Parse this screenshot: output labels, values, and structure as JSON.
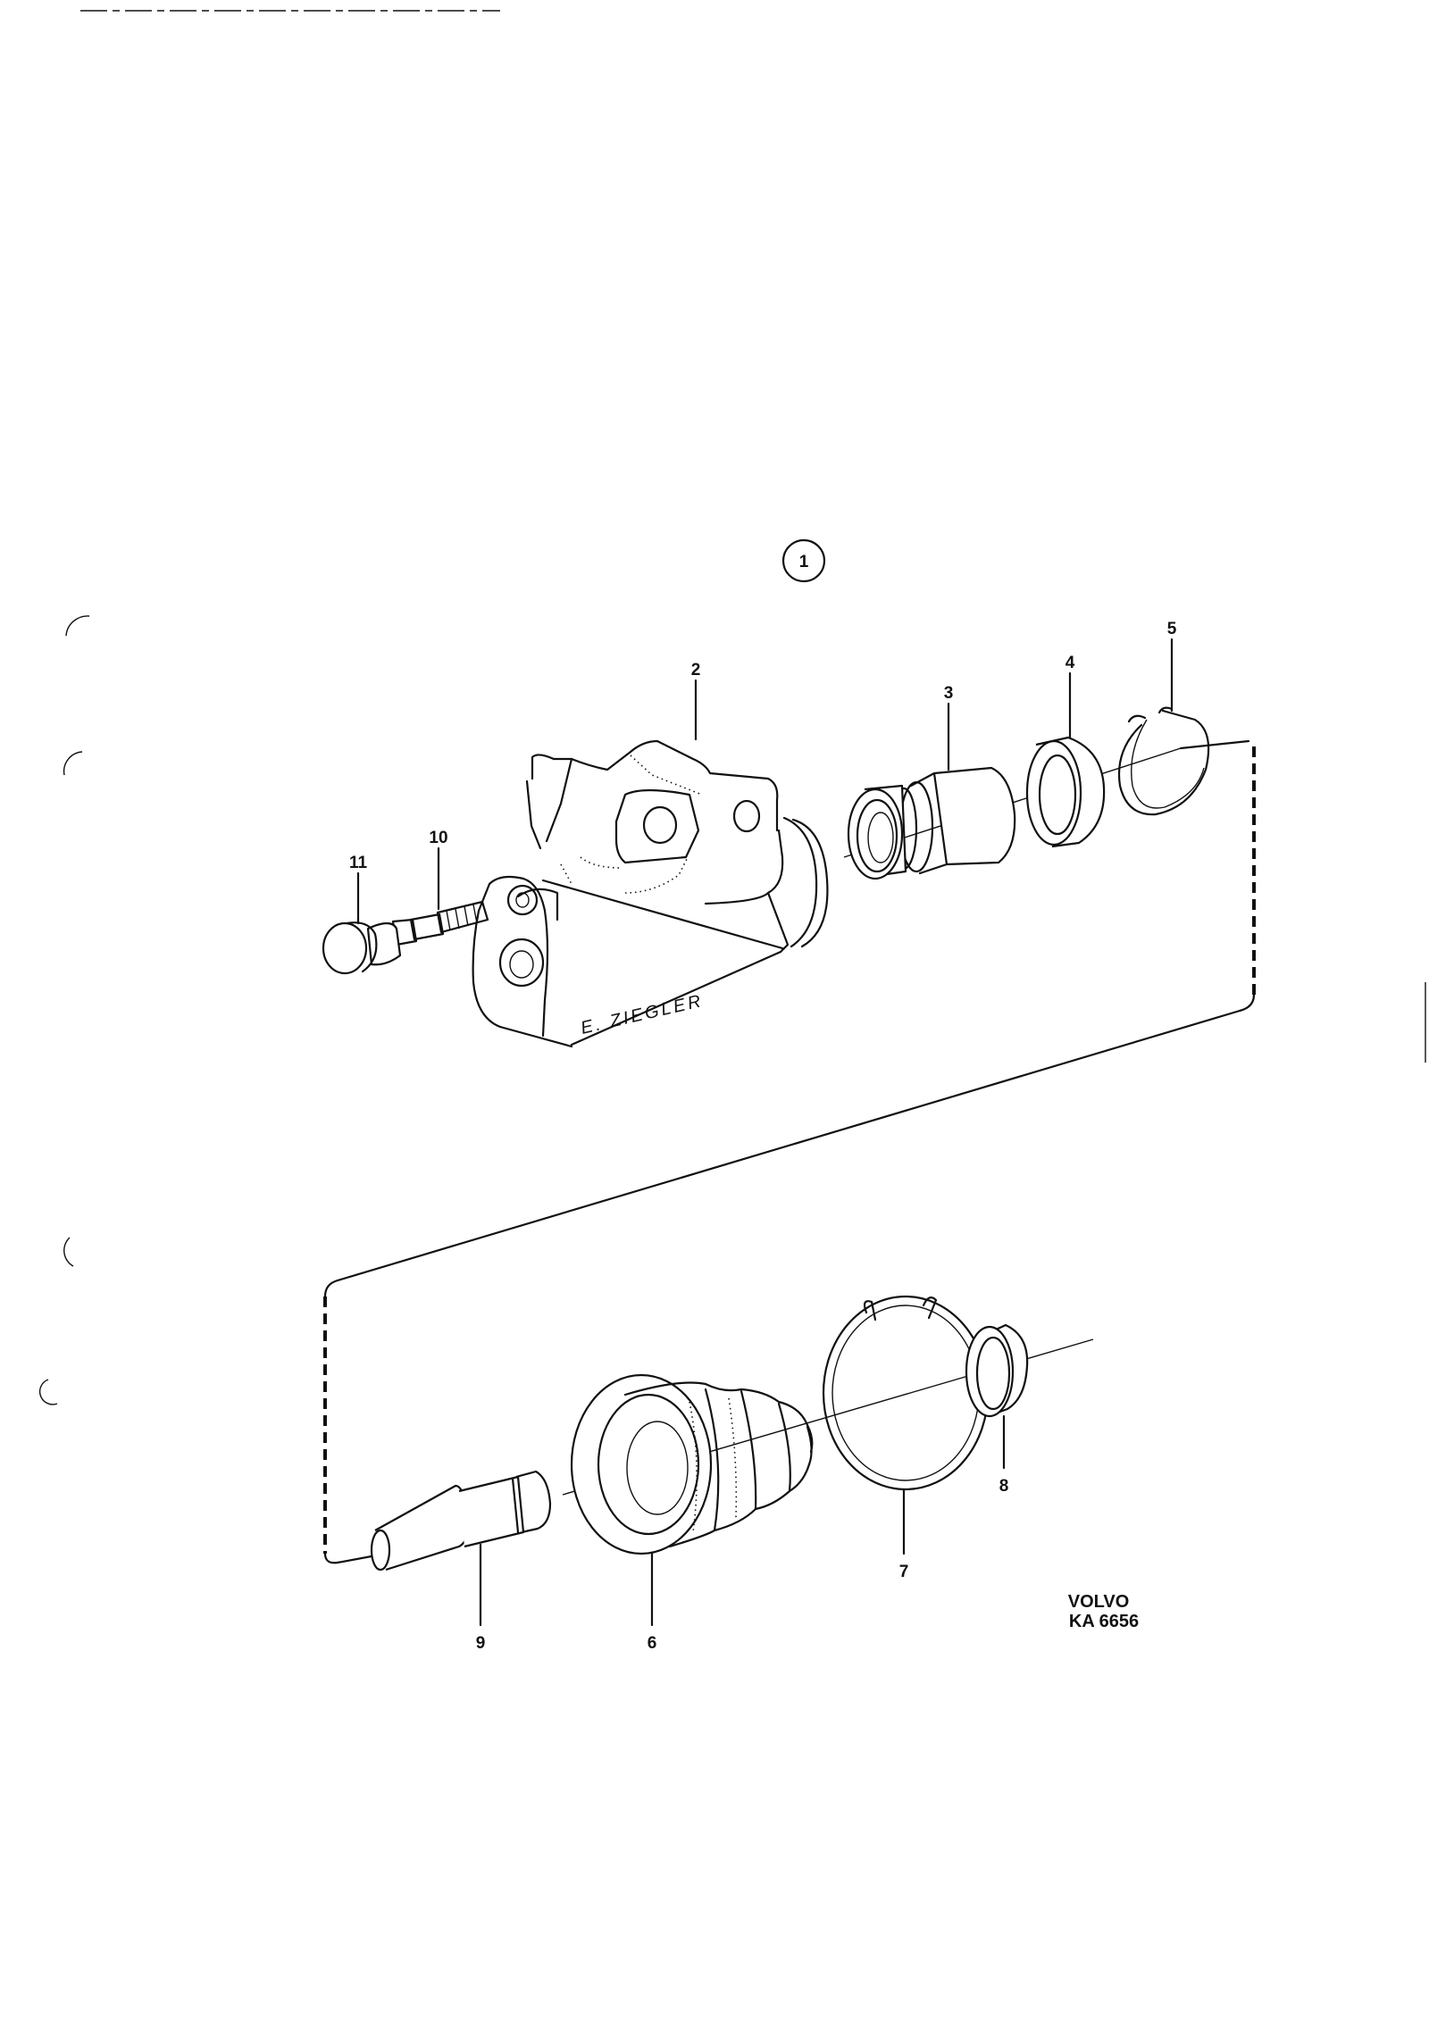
{
  "diagram": {
    "view_number": "1",
    "signature": "E. ZIEGLER",
    "brand": "VOLVO",
    "drawing_code": "KA 6656",
    "callouts": [
      {
        "id": "2",
        "label": "2"
      },
      {
        "id": "3",
        "label": "3"
      },
      {
        "id": "4",
        "label": "4"
      },
      {
        "id": "5",
        "label": "5"
      },
      {
        "id": "6",
        "label": "6"
      },
      {
        "id": "7",
        "label": "7"
      },
      {
        "id": "8",
        "label": "8"
      },
      {
        "id": "9",
        "label": "9"
      },
      {
        "id": "10",
        "label": "10"
      },
      {
        "id": "11",
        "label": "11"
      }
    ]
  }
}
